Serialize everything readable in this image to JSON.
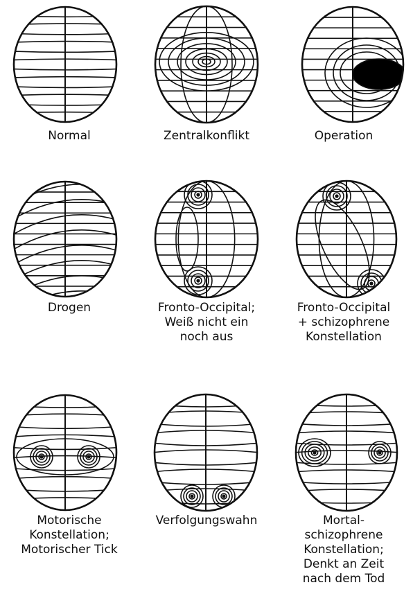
{
  "figures": [
    {
      "id": "normal",
      "caption": "Normal"
    },
    {
      "id": "zentral",
      "caption": "Zentralkonflikt"
    },
    {
      "id": "operation",
      "caption": "Operation"
    },
    {
      "id": "drogen",
      "caption": "Drogen"
    },
    {
      "id": "fronto1",
      "caption": "Fronto-Occipital;\nWeiß nicht ein\nnoch aus"
    },
    {
      "id": "fronto2",
      "caption": "Fronto-Occipital\n+ schizophrene\nKonstellation"
    },
    {
      "id": "motor",
      "caption": "Motorische\nKonstellation;\nMotorischer Tick"
    },
    {
      "id": "verfolg",
      "caption": "Verfolgungswahn"
    },
    {
      "id": "mortal",
      "caption": "Mortal-\nschizophrene\nKonstellation;\nDenkt an Zeit\nnach dem Tod"
    }
  ]
}
